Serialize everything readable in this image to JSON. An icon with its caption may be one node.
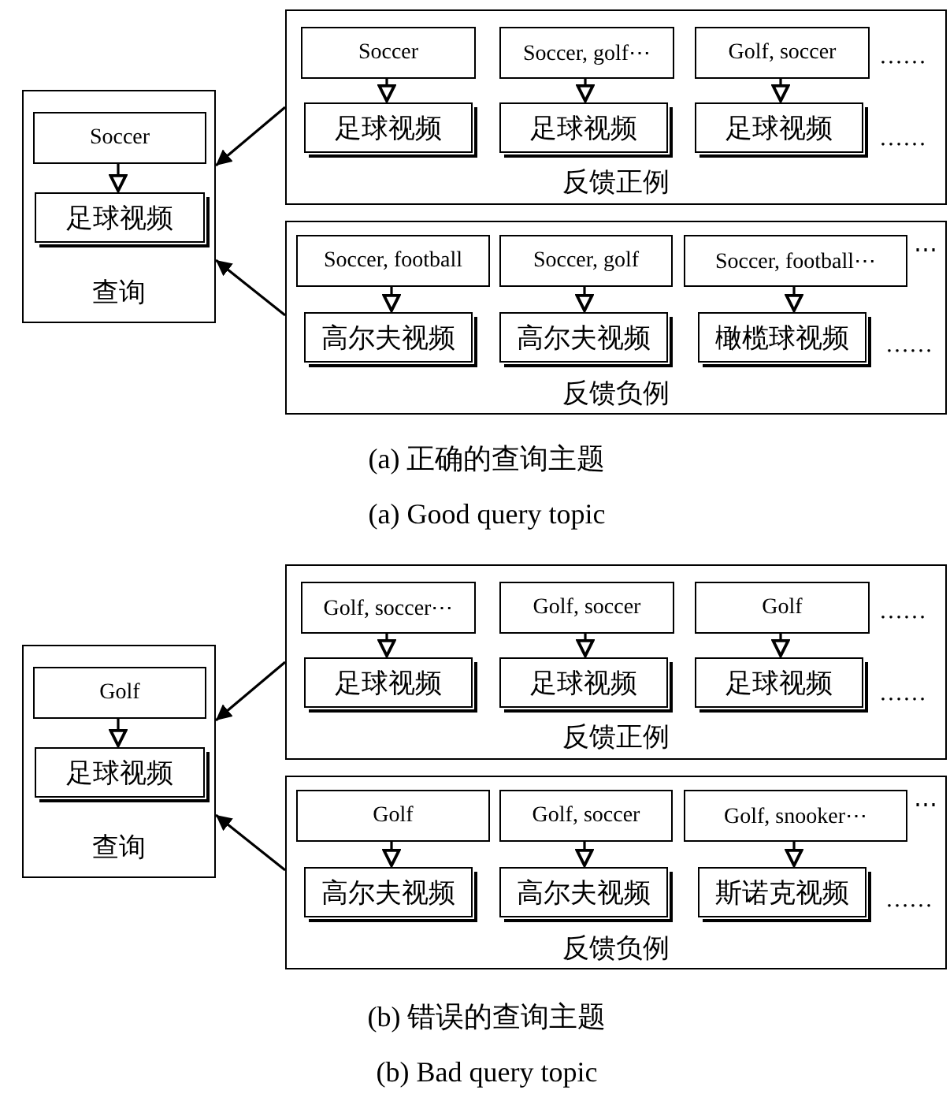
{
  "diagram": {
    "nodes": [
      {
        "text": [
          "查询"
        ]
      },
      {
        "text": [
          "Soccer"
        ],
        "in": 0
      },
      {
        "text": [
          "足球视频"
        ],
        "in": 0
      },
      {
        "text": [
          "反馈正例"
        ]
      },
      {
        "text": [
          "Soccer"
        ],
        "in": 3
      },
      {
        "text": [
          "足球视频"
        ],
        "in": 3
      },
      {
        "text": [
          "Soccer, golf⋯"
        ],
        "in": 3
      },
      {
        "text": [
          "足球视频"
        ],
        "in": 3
      },
      {
        "text": [
          "Golf, soccer"
        ],
        "in": 3
      },
      {
        "text": [
          "足球视频"
        ],
        "in": 3
      },
      {
        "text": [
          "反馈负例"
        ]
      },
      {
        "text": [
          "Soccer, football"
        ],
        "in": 10
      },
      {
        "text": [
          "高尔夫视频"
        ],
        "in": 10
      },
      {
        "text": [
          "Soccer, golf"
        ],
        "in": 10
      },
      {
        "text": [
          "高尔夫视频"
        ],
        "in": 10
      },
      {
        "text": [
          "Soccer, football⋯"
        ],
        "in": 10
      },
      {
        "text": [
          "橄榄球视频"
        ],
        "in": 10
      },
      {
        "text": [
          "查询"
        ]
      },
      {
        "text": [
          "Golf"
        ],
        "in": 17
      },
      {
        "text": [
          "足球视频"
        ],
        "in": 17
      },
      {
        "text": [
          "反馈正例"
        ]
      },
      {
        "text": [
          "Golf, soccer⋯"
        ],
        "in": 20
      },
      {
        "text": [
          "足球视频"
        ],
        "in": 20
      },
      {
        "text": [
          "Golf, soccer"
        ],
        "in": 20
      },
      {
        "text": [
          "足球视频"
        ],
        "in": 20
      },
      {
        "text": [
          "Golf"
        ],
        "in": 20
      },
      {
        "text": [
          "足球视频"
        ],
        "in": 20
      },
      {
        "text": [
          "反馈负例"
        ]
      },
      {
        "text": [
          "Golf"
        ],
        "in": 27
      },
      {
        "text": [
          "高尔夫视频"
        ],
        "in": 27
      },
      {
        "text": [
          "Golf, soccer"
        ],
        "in": 27
      },
      {
        "text": [
          "高尔夫视频"
        ],
        "in": 27
      },
      {
        "text": [
          "Golf, snooker⋯"
        ],
        "in": 27
      },
      {
        "text": [
          "斯诺克视频"
        ],
        "in": 27
      }
    ],
    "edges": [
      {
        "from": 1,
        "to": 2,
        "arrow": "to"
      },
      {
        "from": 4,
        "to": 5,
        "arrow": "to"
      },
      {
        "from": 6,
        "to": 7,
        "arrow": "to"
      },
      {
        "from": 8,
        "to": 9,
        "arrow": "to"
      },
      {
        "from": 11,
        "to": 12,
        "arrow": "to"
      },
      {
        "from": 13,
        "to": 14,
        "arrow": "to"
      },
      {
        "from": 15,
        "to": 16,
        "arrow": "to"
      },
      {
        "from": 3,
        "to": 0,
        "arrow": "to"
      },
      {
        "from": 10,
        "to": 0,
        "arrow": "to"
      },
      {
        "from": 18,
        "to": 19,
        "arrow": "to"
      },
      {
        "from": 21,
        "to": 22,
        "arrow": "to"
      },
      {
        "from": 23,
        "to": 24,
        "arrow": "to"
      },
      {
        "from": 25,
        "to": 26,
        "arrow": "to"
      },
      {
        "from": 28,
        "to": 29,
        "arrow": "to"
      },
      {
        "from": 30,
        "to": 31,
        "arrow": "to"
      },
      {
        "from": 32,
        "to": 33,
        "arrow": "to"
      },
      {
        "from": 20,
        "to": 17,
        "arrow": "to"
      },
      {
        "from": 27,
        "to": 17,
        "arrow": "to"
      }
    ],
    "labels": [
      "……",
      "……",
      "⋯",
      "……",
      "(a) 正确的查询主题",
      "(a) Good query topic",
      "……",
      "……",
      "⋯",
      "……",
      "(b) 错误的查询主题",
      "(b) Bad query topic"
    ]
  }
}
